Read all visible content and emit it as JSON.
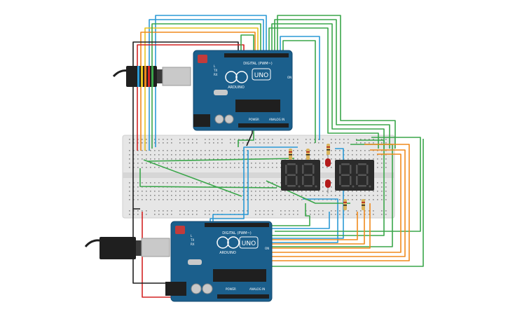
{
  "colors": {
    "background": "#ffffff",
    "board": "#1b5f8c",
    "board_edge": "#134a70",
    "breadboard": "#e6e6e6",
    "breadboard_hole": "#8a8a8a",
    "display": "#2b2b2b",
    "segment_off": "#555555",
    "led": "#b21a1a",
    "resistor": "#d9b35a",
    "wire_blue": "#2b9ad6",
    "wire_green": "#3aa64a",
    "wire_orange": "#f08a1c",
    "wire_yellow": "#e7c21d",
    "wire_red": "#d42424",
    "wire_black": "#1f1f1f"
  },
  "boards": [
    {
      "id": "top",
      "brand": "ARDUINO",
      "model": "UNO",
      "digital_label": "DIGITAL (PWM~)",
      "power_label": "POWER",
      "analog_label": "ANALOG IN",
      "tx_label": "TX",
      "rx_label": "RX",
      "l_label": "L",
      "on_label": "ON"
    },
    {
      "id": "bottom",
      "brand": "ARDUINO",
      "model": "UNO",
      "digital_label": "DIGITAL (PWM~)",
      "power_label": "POWER",
      "analog_label": "ANALOG IN",
      "tx_label": "TX",
      "rx_label": "RX",
      "l_label": "L",
      "on_label": "ON"
    }
  ],
  "displays": [
    {
      "id": "display-left",
      "digits": 2
    },
    {
      "id": "display-right",
      "digits": 2
    }
  ]
}
